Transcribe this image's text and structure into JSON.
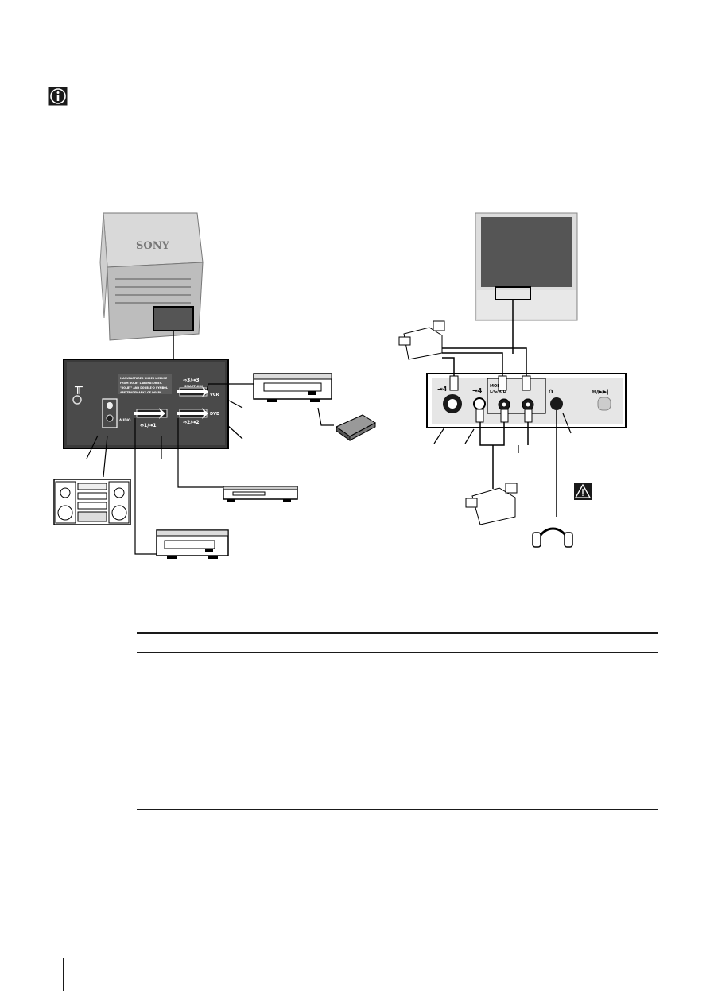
{
  "brand": "SONY",
  "rear_panel": {
    "license_text": "MANUFACTURED UNDER LICENSE FROM DOLBY LABORATORIES. \"DOLBY\" AND THE DOUBLE-D SYMBOL ARE TRADEMARKS OF DOLBY LABORATORIES.",
    "scart_top_label": "⇔3/⇥3",
    "scart_top_sub": "SMARTLINK",
    "vcr_label": "VCR",
    "scart_mid_label": "⇔2/⇥2",
    "dvd_label": "DVD",
    "scart_left_label": "⇔1/⇥1",
    "audio_out_label": "AUDIO"
  },
  "front_panel": {
    "svideo_label": "⇥4",
    "video_in_label": "⇥4",
    "mono_label": "MONO",
    "lgr_label": "L/G/R/D",
    "headphone_label": "∩",
    "program_label": "⊕/▶▶|"
  },
  "icons": {
    "info": "info-icon",
    "warning": "warning-triangle-icon",
    "headphones": "headphones-icon",
    "camcorder": "camcorder-icon",
    "vcr": "vcr-icon",
    "dvd": "dvd-player-icon",
    "decoder": "decoder-icon",
    "hifi": "hifi-system-icon",
    "tv": "tv-icon"
  }
}
